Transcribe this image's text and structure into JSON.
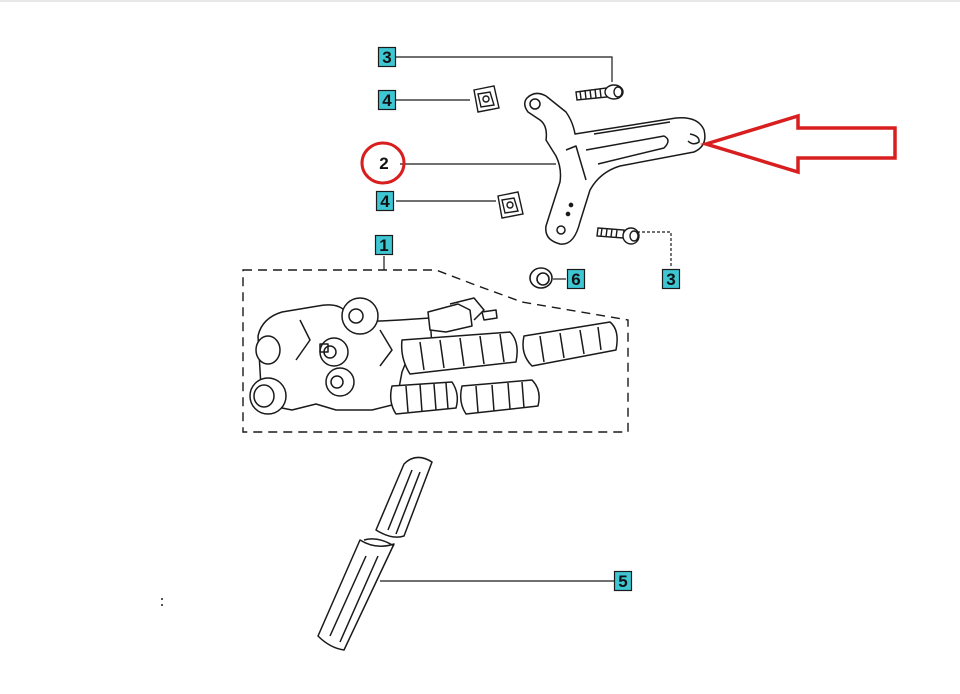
{
  "colors": {
    "callout_fill": "#3ec6d2",
    "line_art": "#1a1a1a",
    "highlight": "#d81e1e"
  },
  "callouts": [
    {
      "id": "c3a",
      "label": "3",
      "part": "screw"
    },
    {
      "id": "c4a",
      "label": "4",
      "part": "clip-nut"
    },
    {
      "id": "c2",
      "label": "2",
      "part": "bracket",
      "highlighted": true
    },
    {
      "id": "c4b",
      "label": "4",
      "part": "clip-nut"
    },
    {
      "id": "c1",
      "label": "1",
      "part": "column-assembly"
    },
    {
      "id": "c6",
      "label": "6",
      "part": "bushing"
    },
    {
      "id": "c3b",
      "label": "3",
      "part": "screw"
    },
    {
      "id": "c5",
      "label": "5",
      "part": "shaft"
    }
  ],
  "icons": {
    "arrow": "arrow-left-icon",
    "circle": "circle-highlight-icon"
  }
}
